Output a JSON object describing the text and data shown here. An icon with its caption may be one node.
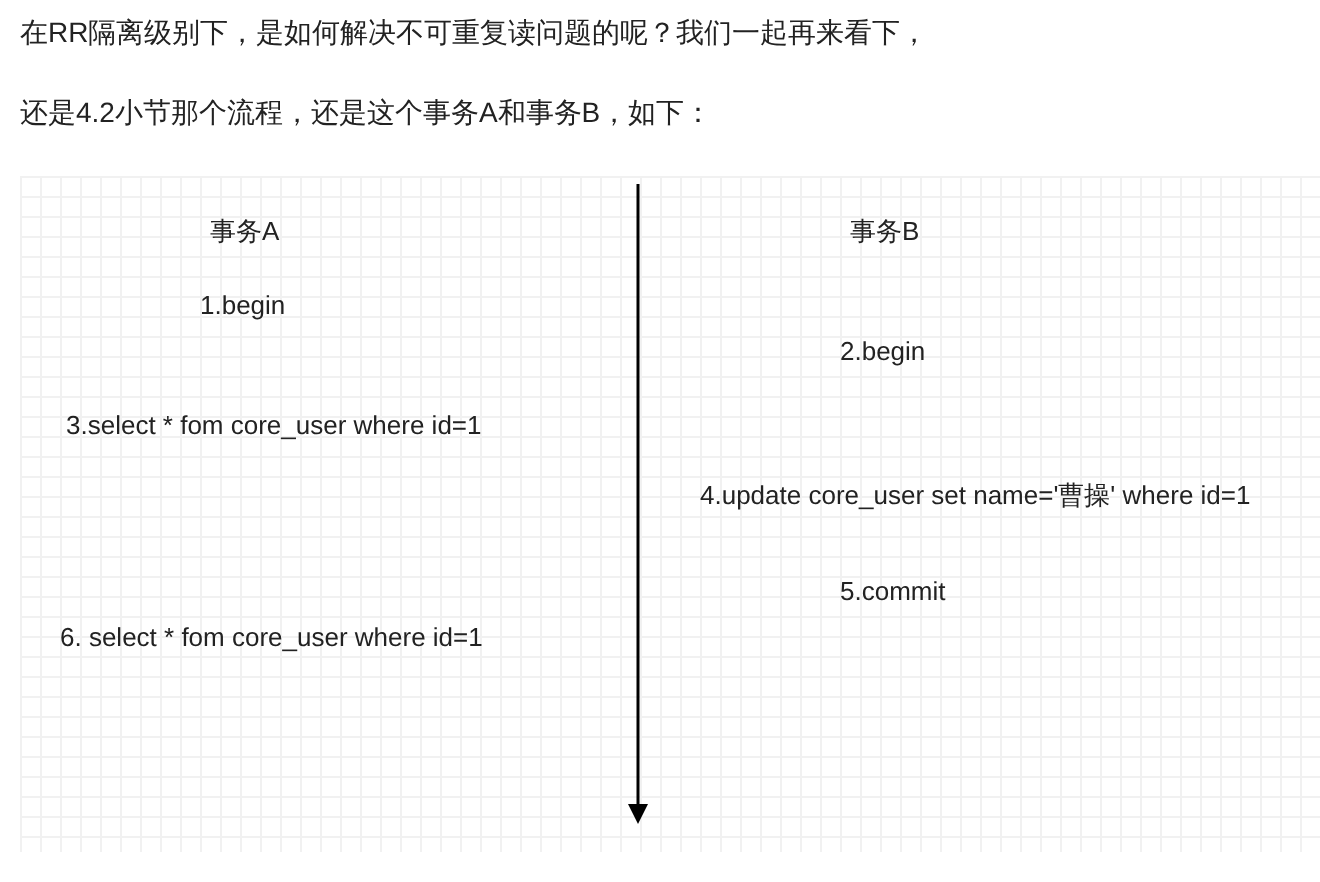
{
  "diagram": {
    "labels": [
      "在RR隔离级别下，是如何解决不可重复读问题的呢？我们一起再来看下，",
      "还是4.2小节那个流程，还是这个事务A和事务B，如下：",
      "事务A",
      "事务B",
      "1.begin",
      "2.begin",
      "3.select * fom core_user where id=1",
      "4.update core_user set name='曹操' where id=1",
      "5.commit",
      "6. select * fom core_user where id=1"
    ]
  }
}
